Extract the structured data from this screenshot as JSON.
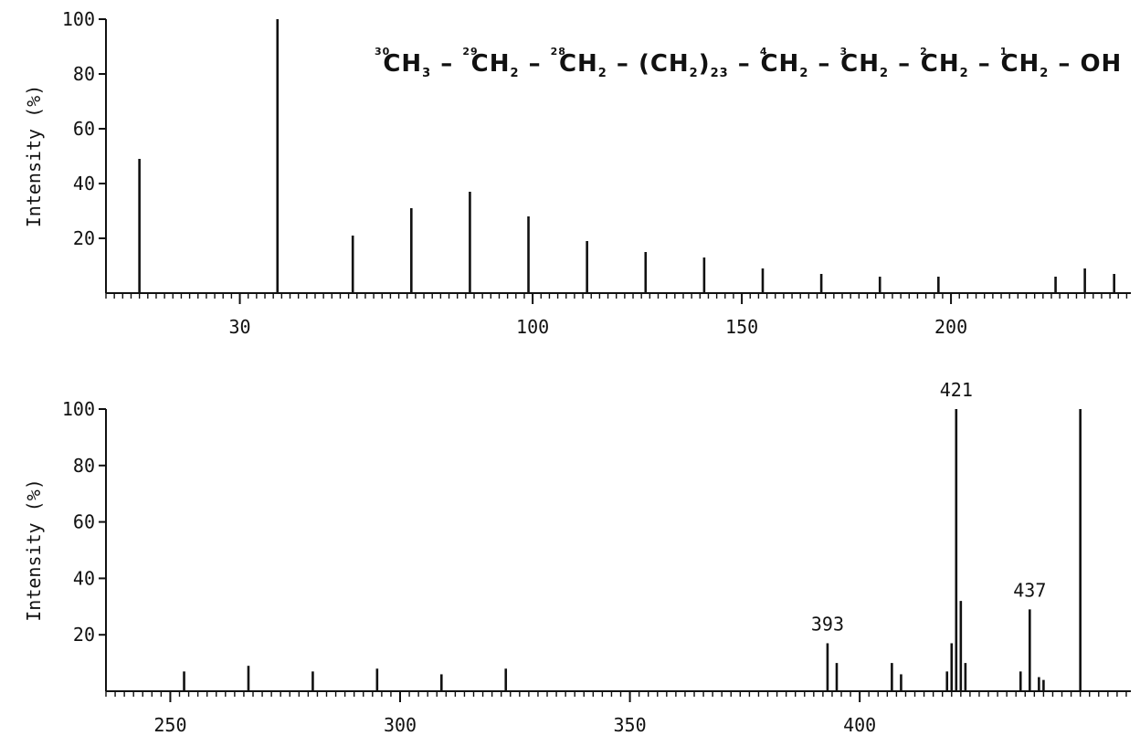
{
  "structure": {
    "formula_parts": [
      {
        "num": "30",
        "text": "CH",
        "sub": "3"
      },
      {
        "sep": " – "
      },
      {
        "num": "29",
        "text": "CH",
        "sub": "2"
      },
      {
        "sep": " – "
      },
      {
        "num": "28",
        "text": "CH",
        "sub": "2"
      },
      {
        "sep": " – "
      },
      {
        "text": "(CH",
        "sub": "2",
        "after": ")",
        "sub2": "23"
      },
      {
        "sep": " – "
      },
      {
        "num": "4",
        "text": "CH",
        "sub": "2"
      },
      {
        "sep": " – "
      },
      {
        "num": "3",
        "text": "CH",
        "sub": "2"
      },
      {
        "sep": " – "
      },
      {
        "num": "2",
        "text": "CH",
        "sub": "2"
      },
      {
        "sep": " – "
      },
      {
        "num": "1",
        "text": "CH",
        "sub": "2"
      },
      {
        "sep": " – "
      },
      {
        "text": "OH"
      }
    ]
  },
  "chart_data": [
    {
      "type": "bar",
      "title": "",
      "xlabel": "",
      "ylabel": "Intensity (%)",
      "xlim": [
        -2,
        243
      ],
      "ylim": [
        0,
        100
      ],
      "xticks": [
        30,
        100,
        150,
        200
      ],
      "yticks": [
        20,
        40,
        60,
        80,
        100
      ],
      "ytick_labels": [
        "20",
        "40",
        "60",
        "80",
        "100"
      ],
      "minor_tick_step": 2,
      "peaks": [
        {
          "x": 6,
          "y": 49
        },
        {
          "x": 39,
          "y": 100
        },
        {
          "x": 57,
          "y": 21
        },
        {
          "x": 71,
          "y": 31
        },
        {
          "x": 85,
          "y": 37
        },
        {
          "x": 99,
          "y": 28
        },
        {
          "x": 113,
          "y": 19
        },
        {
          "x": 127,
          "y": 15
        },
        {
          "x": 141,
          "y": 13
        },
        {
          "x": 155,
          "y": 9
        },
        {
          "x": 169,
          "y": 7
        },
        {
          "x": 183,
          "y": 6
        },
        {
          "x": 197,
          "y": 6
        },
        {
          "x": 225,
          "y": 6
        },
        {
          "x": 232,
          "y": 9
        },
        {
          "x": 239,
          "y": 7
        }
      ]
    },
    {
      "type": "bar",
      "title": "",
      "xlabel": "",
      "ylabel": "Intensity (%)",
      "xlim": [
        236,
        459
      ],
      "ylim": [
        0,
        100
      ],
      "xticks": [
        250,
        300,
        350,
        400
      ],
      "yticks": [
        20,
        40,
        60,
        80,
        100
      ],
      "ytick_labels": [
        "20",
        "40",
        "60",
        "80",
        "100"
      ],
      "minor_tick_step": 2,
      "peaks": [
        {
          "x": 253,
          "y": 7
        },
        {
          "x": 267,
          "y": 9
        },
        {
          "x": 281,
          "y": 7
        },
        {
          "x": 295,
          "y": 8
        },
        {
          "x": 309,
          "y": 6
        },
        {
          "x": 323,
          "y": 8
        },
        {
          "x": 393,
          "y": 17
        },
        {
          "x": 395,
          "y": 10
        },
        {
          "x": 407,
          "y": 10
        },
        {
          "x": 409,
          "y": 6
        },
        {
          "x": 419,
          "y": 7
        },
        {
          "x": 420,
          "y": 17
        },
        {
          "x": 421,
          "y": 100
        },
        {
          "x": 422,
          "y": 32
        },
        {
          "x": 423,
          "y": 10
        },
        {
          "x": 435,
          "y": 7
        },
        {
          "x": 437,
          "y": 29
        },
        {
          "x": 439,
          "y": 5
        },
        {
          "x": 440,
          "y": 4
        },
        {
          "x": 448,
          "y": 100
        }
      ],
      "annotations": [
        {
          "x": 393,
          "text": "393"
        },
        {
          "x": 421,
          "text": "421"
        },
        {
          "x": 437,
          "text": "437"
        }
      ]
    }
  ]
}
